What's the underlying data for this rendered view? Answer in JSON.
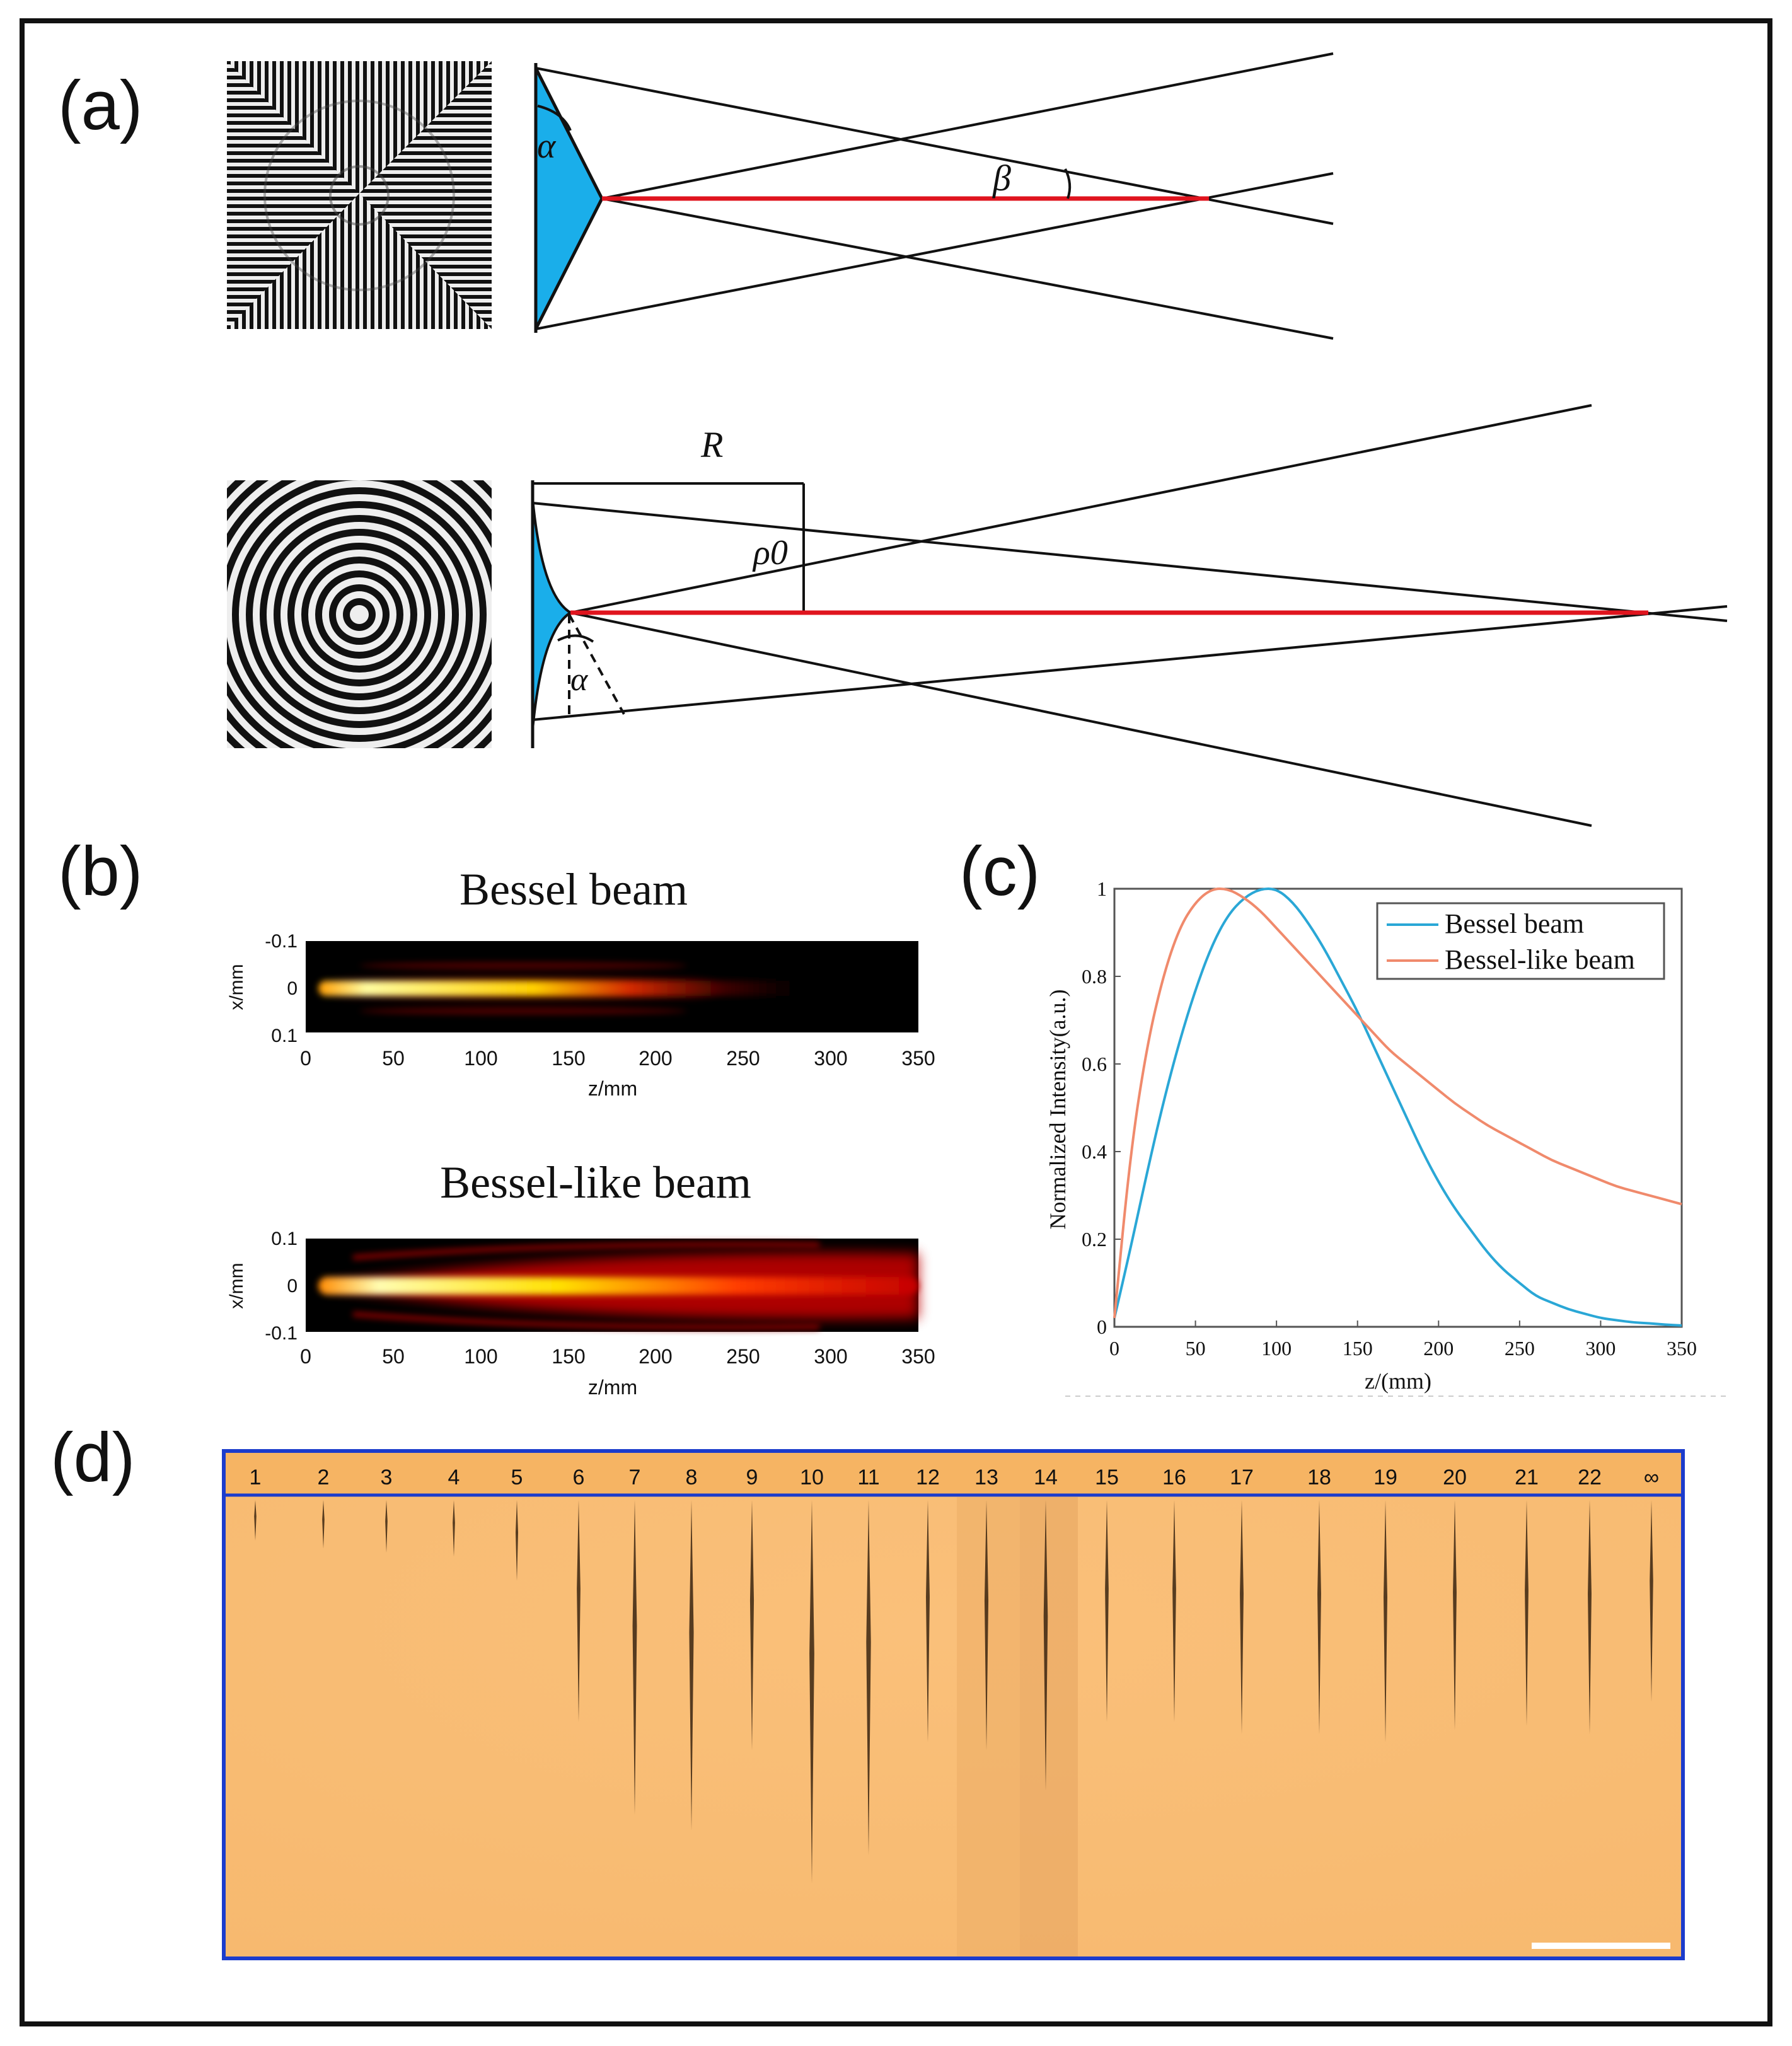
{
  "panels": {
    "a": {
      "label": "(a)",
      "symbols": {
        "alpha": "α",
        "beta": "β",
        "R": "R",
        "rho0": "ρ0"
      }
    },
    "b": {
      "label": "(b)",
      "top_title": "Bessel beam",
      "bottom_title": "Bessel-like beam",
      "ylabel": "x/mm",
      "xlabel": "z/mm",
      "yticks": [
        "-0.1",
        "0",
        "0.1"
      ],
      "xticks": [
        "0",
        "50",
        "100",
        "150",
        "200",
        "250",
        "300",
        "350"
      ]
    },
    "c": {
      "label": "(c)"
    },
    "d": {
      "label": "(d)",
      "columns": [
        "1",
        "2",
        "3",
        "4",
        "5",
        "6",
        "7",
        "8",
        "9",
        "10",
        "11",
        "12",
        "13",
        "14",
        "15",
        "16",
        "17",
        "18",
        "19",
        "20",
        "21",
        "22",
        "∞"
      ],
      "crack_lengths": [
        0.1,
        0.12,
        0.13,
        0.14,
        0.2,
        0.55,
        0.78,
        0.82,
        0.62,
        0.95,
        0.88,
        0.6,
        0.62,
        0.72,
        0.55,
        0.55,
        0.58,
        0.58,
        0.6,
        0.57,
        0.56,
        0.58,
        0.5
      ],
      "background_color": "#f9bd72"
    }
  },
  "chart_data": {
    "type": "line",
    "xlabel": "z/(mm)",
    "ylabel": "Normalized Intensity(a.u.)",
    "xlim": [
      0,
      350
    ],
    "ylim": [
      0,
      1
    ],
    "xticks": [
      "0",
      "50",
      "100",
      "150",
      "200",
      "250",
      "300",
      "350"
    ],
    "yticks": [
      "0",
      "0.2",
      "0.4",
      "0.6",
      "0.8",
      "1"
    ],
    "legend_position": "top-right",
    "colors": {
      "bessel": "#2aa7d6",
      "bessel_like": "#f08a6c"
    },
    "series": [
      {
        "name": "Bessel beam",
        "x": [
          0,
          10,
          20,
          30,
          40,
          50,
          60,
          70,
          80,
          90,
          100,
          110,
          120,
          130,
          140,
          150,
          160,
          170,
          180,
          190,
          200,
          210,
          220,
          230,
          240,
          250,
          260,
          270,
          280,
          290,
          300,
          310,
          320,
          330,
          340,
          350
        ],
        "values": [
          0.02,
          0.18,
          0.35,
          0.51,
          0.65,
          0.77,
          0.87,
          0.94,
          0.98,
          1.0,
          1.0,
          0.97,
          0.92,
          0.86,
          0.79,
          0.72,
          0.64,
          0.56,
          0.48,
          0.4,
          0.33,
          0.27,
          0.22,
          0.17,
          0.13,
          0.1,
          0.07,
          0.055,
          0.04,
          0.03,
          0.02,
          0.015,
          0.01,
          0.008,
          0.005,
          0.003
        ]
      },
      {
        "name": "Bessel-like beam",
        "x": [
          0,
          10,
          20,
          30,
          40,
          50,
          60,
          70,
          80,
          90,
          100,
          110,
          120,
          130,
          140,
          150,
          160,
          170,
          180,
          190,
          200,
          210,
          220,
          230,
          240,
          250,
          260,
          270,
          280,
          290,
          300,
          310,
          320,
          330,
          340,
          350
        ],
        "values": [
          0.02,
          0.4,
          0.64,
          0.8,
          0.91,
          0.97,
          1.0,
          1.0,
          0.98,
          0.95,
          0.91,
          0.87,
          0.83,
          0.79,
          0.75,
          0.71,
          0.67,
          0.63,
          0.6,
          0.57,
          0.54,
          0.51,
          0.485,
          0.46,
          0.44,
          0.42,
          0.4,
          0.38,
          0.365,
          0.35,
          0.335,
          0.32,
          0.31,
          0.3,
          0.29,
          0.28
        ]
      }
    ]
  }
}
